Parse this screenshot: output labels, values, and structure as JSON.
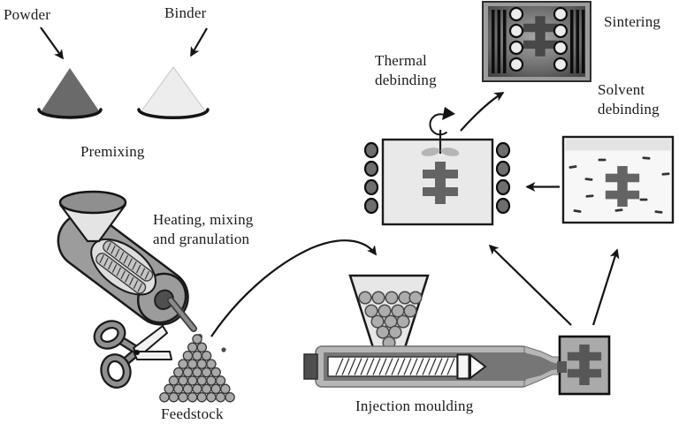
{
  "figure": {
    "labels": {
      "powder": "Powder",
      "binder": "Binder",
      "premixing": "Premixing",
      "heating_mixing_granulation": "Heating, mixing\nand granulation",
      "feedstock": "Feedstock",
      "injection_moulding": "Injection moulding",
      "thermal_debinding": "Thermal\ndebinding",
      "solvent_debinding": "Solvent\ndebinding",
      "sintering": "Sintering"
    },
    "icons": [
      "powder-cone",
      "binder-cone",
      "down-arrow",
      "extruder",
      "feed-funnel",
      "screw-window",
      "extrudate-strand",
      "scissors",
      "feedstock-pile",
      "curved-arrow",
      "hopper",
      "injection-barrel",
      "screw",
      "mould",
      "green-part",
      "thermal-oven",
      "heater-elements",
      "stirring-fan",
      "rotation-arrow",
      "solvent-tank",
      "solvent-drops",
      "sintering-furnace"
    ],
    "colors": {
      "background": "#ffffff",
      "powder_cone": "#6a6a6a",
      "binder_cone": "#ededed",
      "machine_body": "#9c9c9c",
      "barrel_outer": "#b6b6b6",
      "barrel_inner": "#767676",
      "oven_fill": "#e9e9e9",
      "tank_fill": "#f7f7f7",
      "mould_fill": "#aaaaaa",
      "furnace_frame": "#9b9b9b",
      "part": "#5f5f5f",
      "heater": "#6e6e6e",
      "arrow": "#141414",
      "text": "#1b1b1b"
    }
  }
}
